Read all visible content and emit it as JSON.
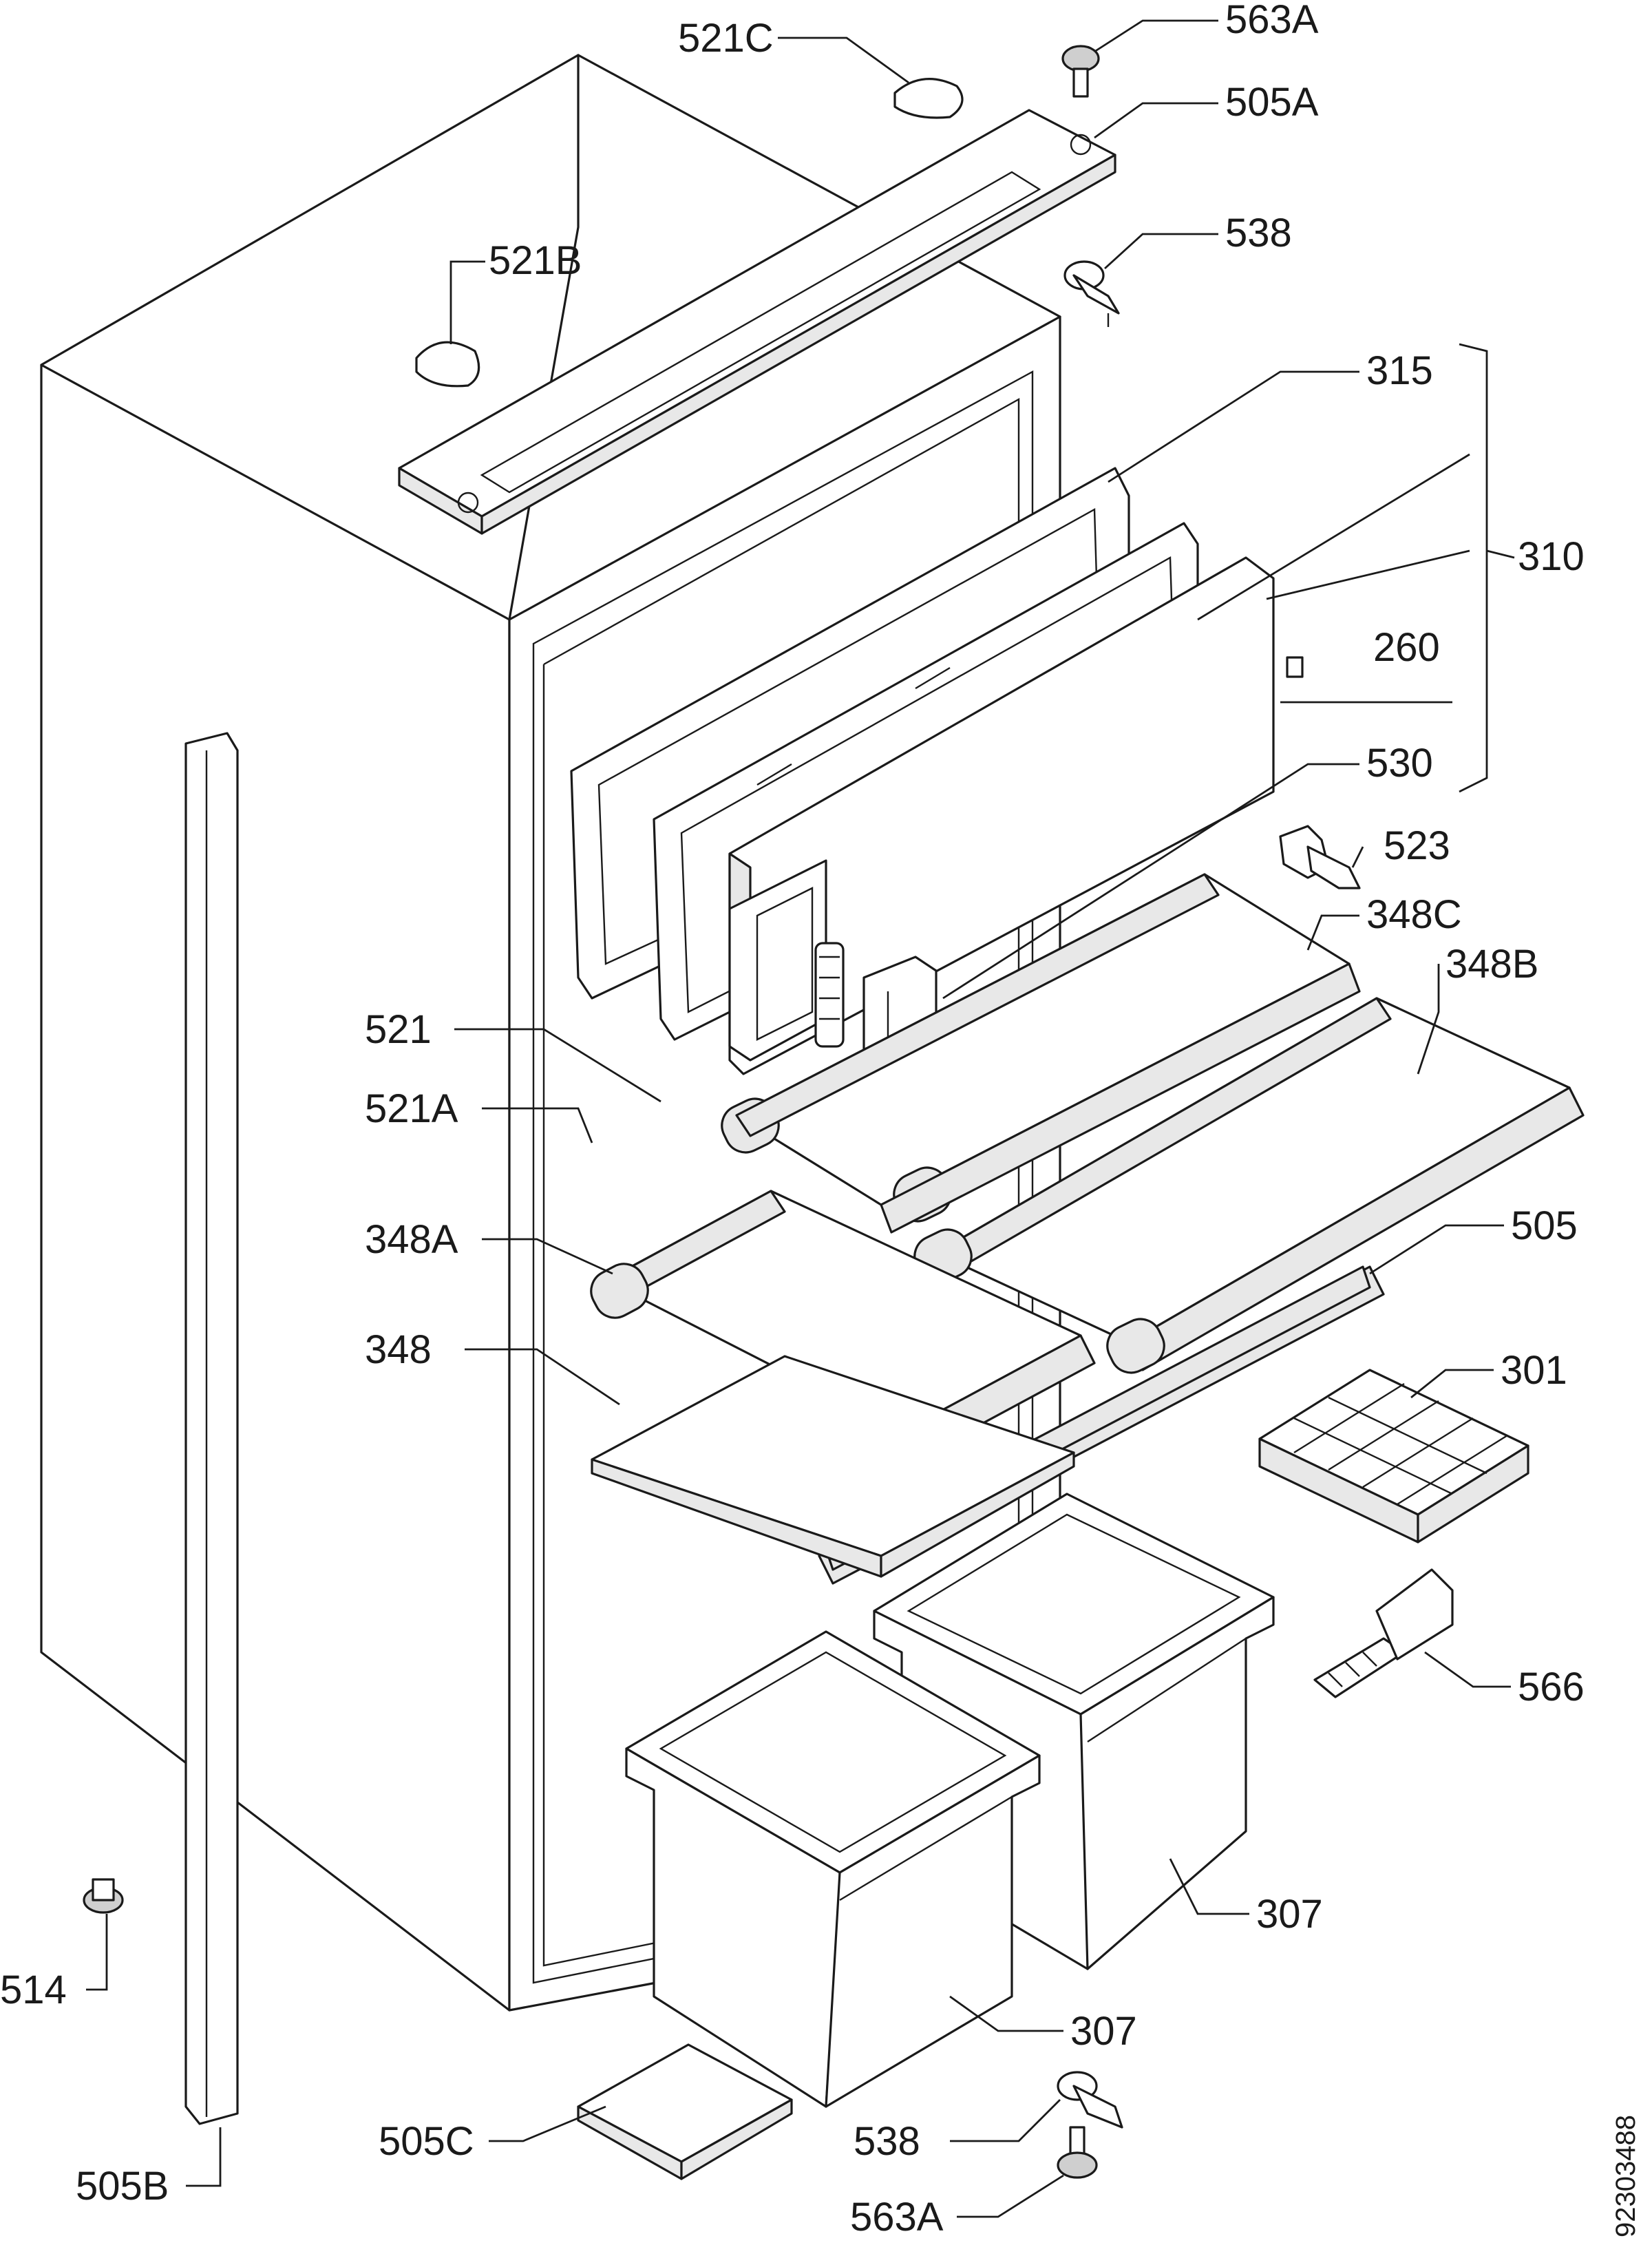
{
  "callouts": [
    {
      "id": "521C",
      "text": "521C"
    },
    {
      "id": "563A_top",
      "text": "563A"
    },
    {
      "id": "505A",
      "text": "505A"
    },
    {
      "id": "538_top",
      "text": "538"
    },
    {
      "id": "521B",
      "text": "521B"
    },
    {
      "id": "315",
      "text": "315"
    },
    {
      "id": "310",
      "text": "310"
    },
    {
      "id": "260",
      "text": "260"
    },
    {
      "id": "530",
      "text": "530"
    },
    {
      "id": "523",
      "text": "523"
    },
    {
      "id": "348C",
      "text": "348C"
    },
    {
      "id": "348B",
      "text": "348B"
    },
    {
      "id": "521",
      "text": "521"
    },
    {
      "id": "521A",
      "text": "521A"
    },
    {
      "id": "348A",
      "text": "348A"
    },
    {
      "id": "505",
      "text": "505"
    },
    {
      "id": "348",
      "text": "348"
    },
    {
      "id": "301",
      "text": "301"
    },
    {
      "id": "566",
      "text": "566"
    },
    {
      "id": "307_right",
      "text": "307"
    },
    {
      "id": "514",
      "text": "514"
    },
    {
      "id": "307_left",
      "text": "307"
    },
    {
      "id": "538_bottom",
      "text": "538"
    },
    {
      "id": "505C",
      "text": "505C"
    },
    {
      "id": "505B",
      "text": "505B"
    },
    {
      "id": "563A_bottom",
      "text": "563A"
    }
  ],
  "document_id": "92303488"
}
